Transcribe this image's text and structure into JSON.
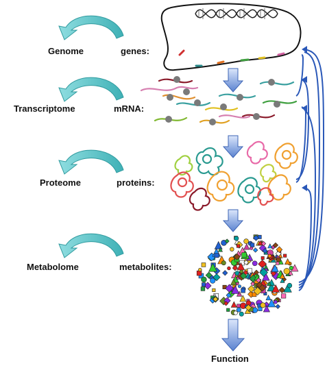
{
  "levels": [
    {
      "name": "Genome",
      "molecule": "genes:"
    },
    {
      "name": "Transcriptome",
      "molecule": "mRNA:"
    },
    {
      "name": "Proteome",
      "molecule": "proteins:"
    },
    {
      "name": "Metabolome",
      "molecule": "metabolites:"
    }
  ],
  "output": "Function",
  "colors": {
    "cycle_arrow": "#5fc5c8",
    "down_arrow": "#6a8fd8",
    "feedback": "#2a58b8",
    "dna": "#111111"
  }
}
